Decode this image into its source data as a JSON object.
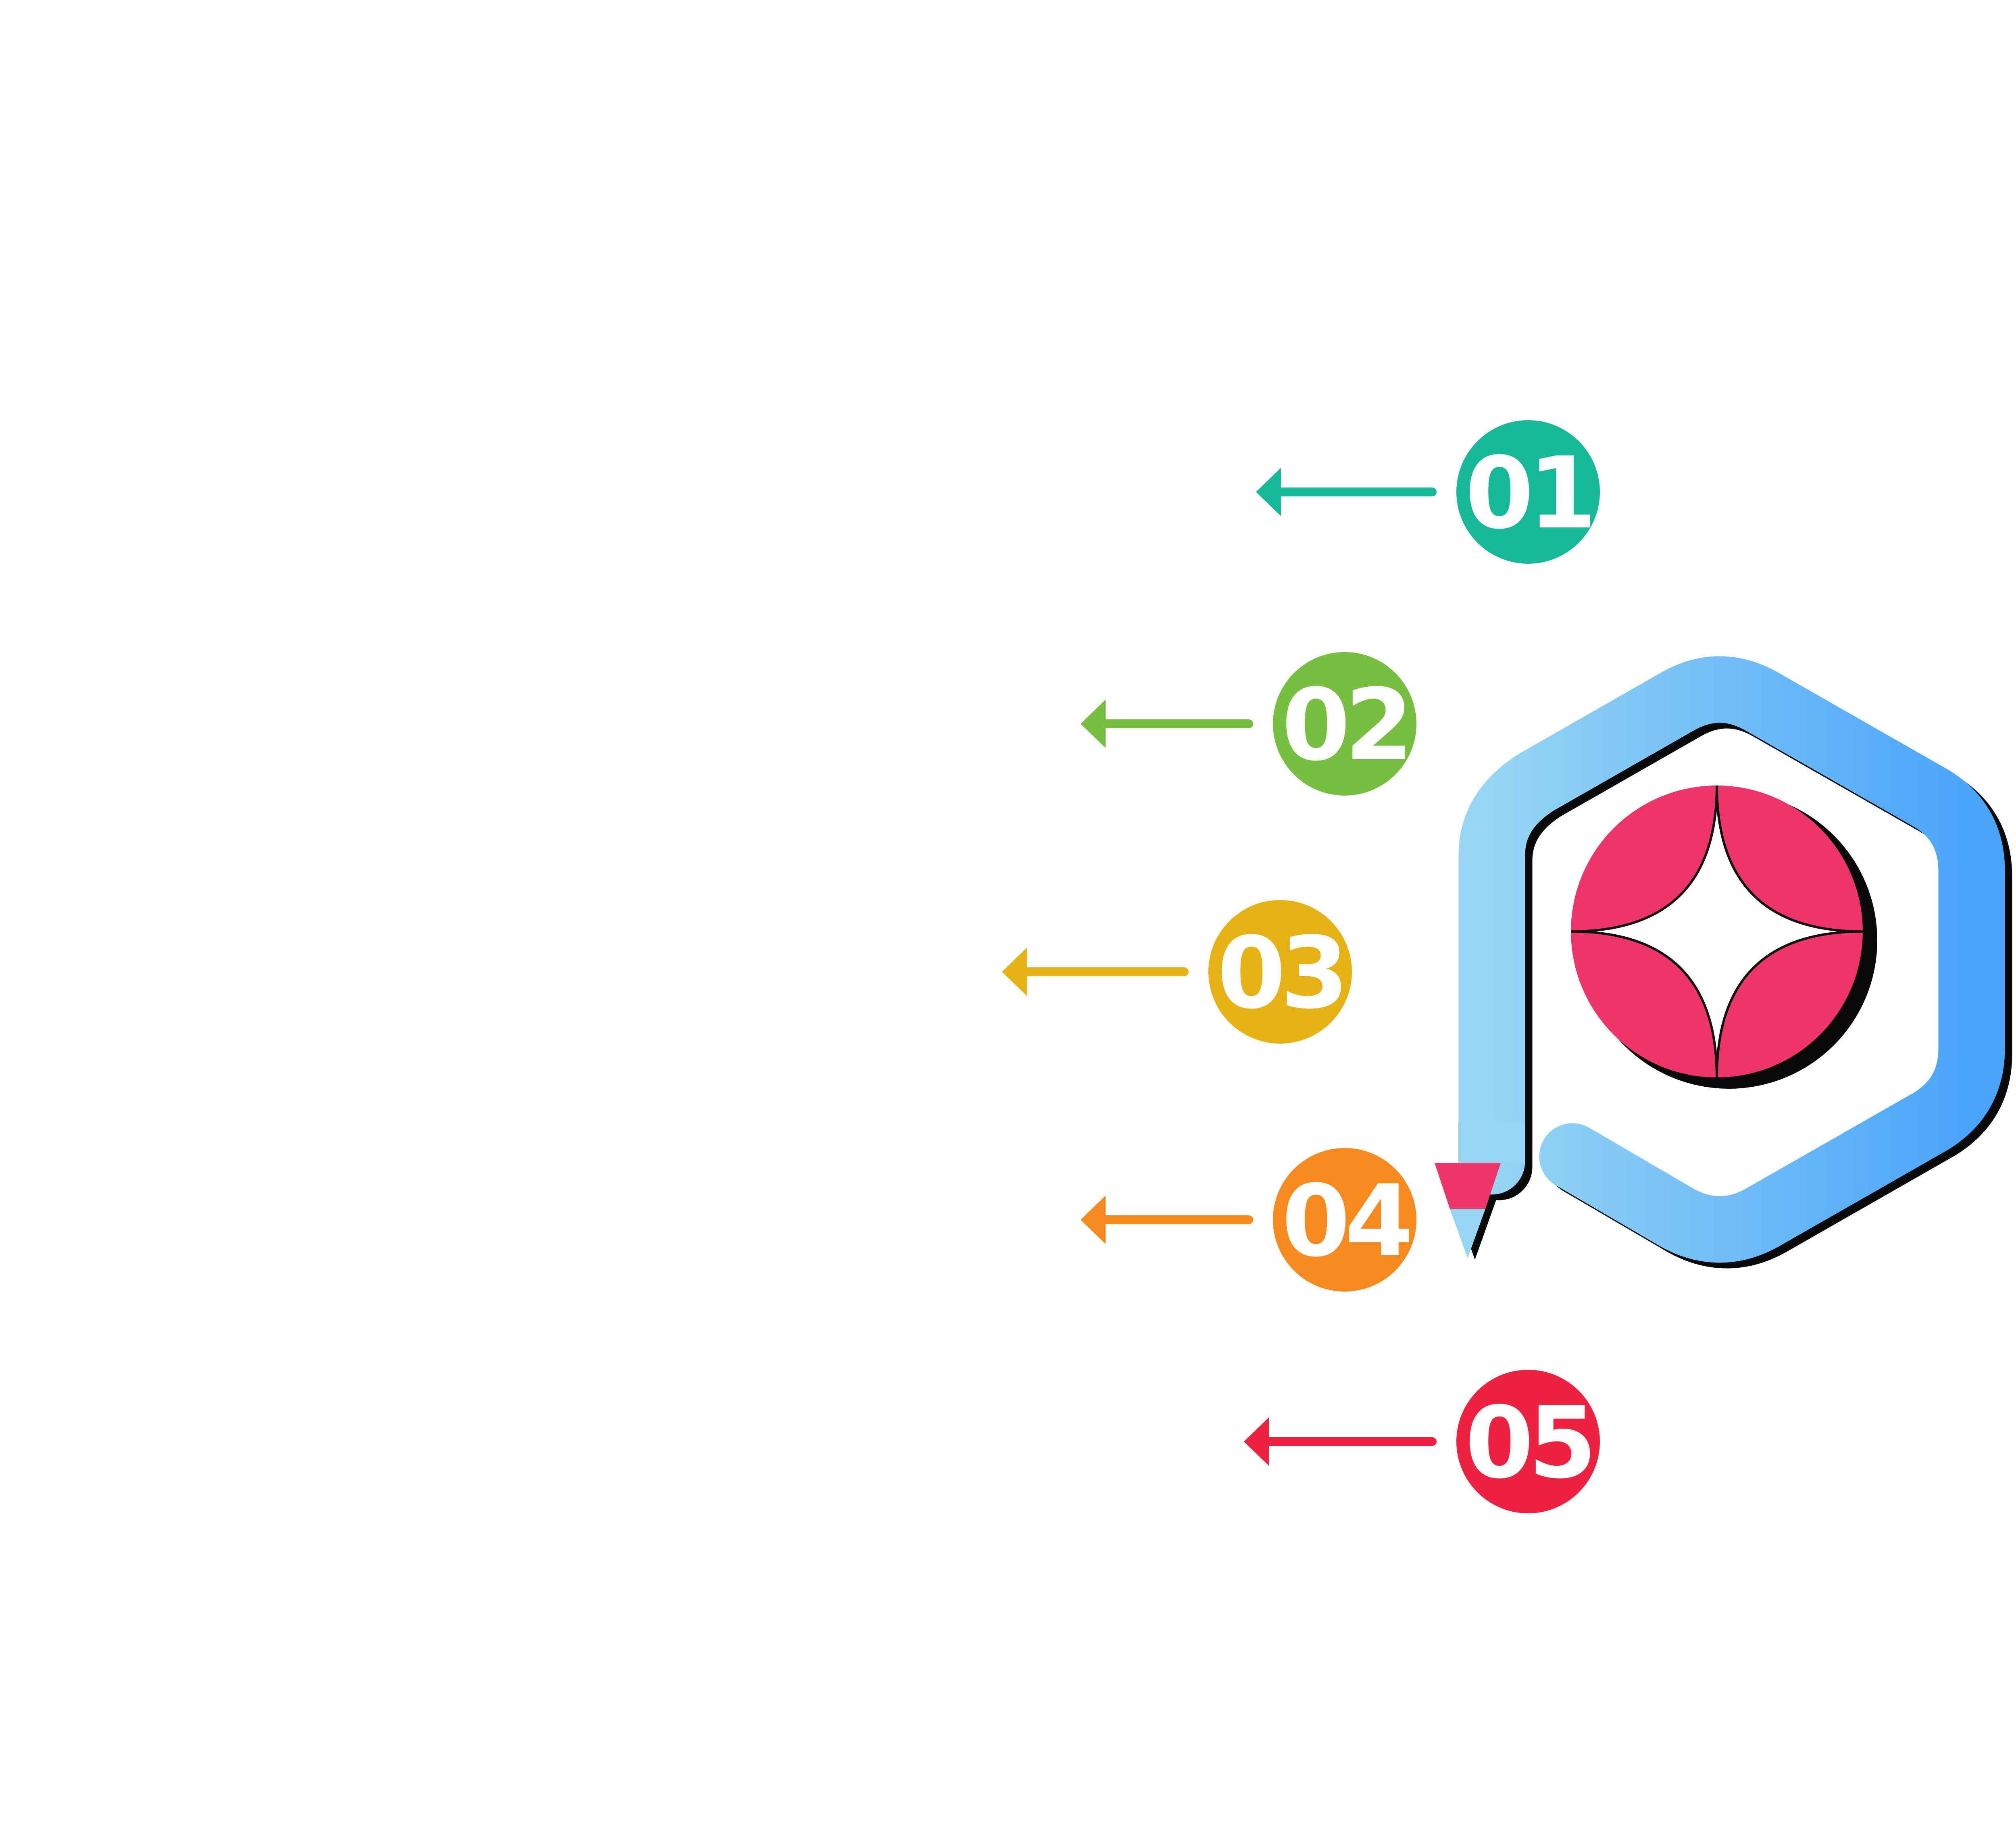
{
  "colors": {
    "step1": "#17b897",
    "step2": "#76bf41",
    "step3": "#e6b215",
    "step4": "#f68a1e",
    "step5": "#ec2240",
    "logo_gradient_start": "#97d5f3",
    "logo_gradient_end": "#4aa4fb",
    "logo_accent": "#ed356a",
    "label_text": "#ffffff"
  },
  "steps": [
    {
      "label": "01",
      "arrow_icon": "arrow-left-icon"
    },
    {
      "label": "02",
      "arrow_icon": "arrow-left-icon"
    },
    {
      "label": "03",
      "arrow_icon": "arrow-left-icon"
    },
    {
      "label": "04",
      "arrow_icon": "arrow-left-icon"
    },
    {
      "label": "05",
      "arrow_icon": "arrow-left-icon"
    }
  ],
  "logo": {
    "icon": "pencil-p-logo-icon",
    "center_icon": "four-point-star-icon"
  }
}
